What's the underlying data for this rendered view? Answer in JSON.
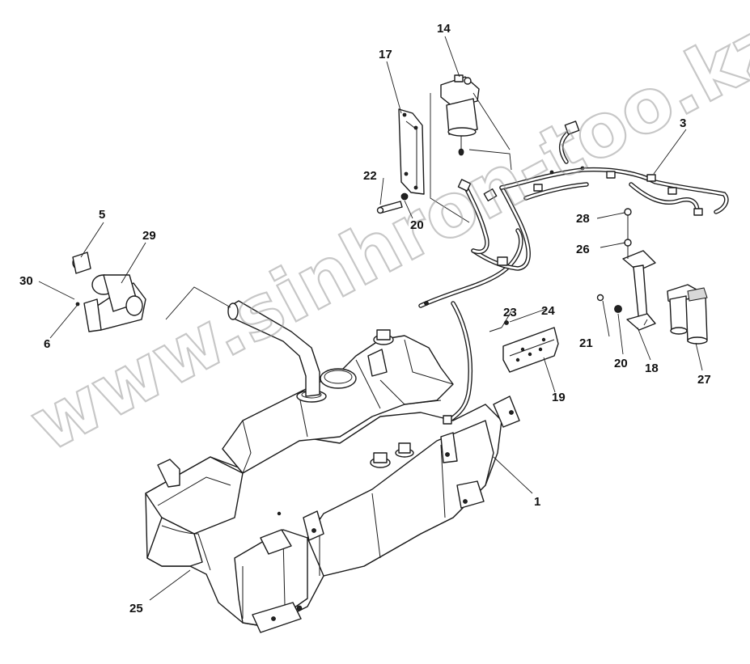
{
  "corner_mark": "",
  "watermark": "www.sinhron-too.kz",
  "callouts": [
    {
      "id": "c1",
      "label": "1"
    },
    {
      "id": "c3",
      "label": "3"
    },
    {
      "id": "c5",
      "label": "5"
    },
    {
      "id": "c6",
      "label": "6"
    },
    {
      "id": "c14",
      "label": "14"
    },
    {
      "id": "c17",
      "label": "17"
    },
    {
      "id": "c18",
      "label": "18"
    },
    {
      "id": "c19",
      "label": "19"
    },
    {
      "id": "c20a",
      "label": "20"
    },
    {
      "id": "c20b",
      "label": "20"
    },
    {
      "id": "c21",
      "label": "21"
    },
    {
      "id": "c22",
      "label": "22"
    },
    {
      "id": "c23",
      "label": "23"
    },
    {
      "id": "c24",
      "label": "24"
    },
    {
      "id": "c25",
      "label": "25"
    },
    {
      "id": "c26",
      "label": "26"
    },
    {
      "id": "c27",
      "label": "27"
    },
    {
      "id": "c28",
      "label": "28"
    },
    {
      "id": "c29",
      "label": "29"
    },
    {
      "id": "c30",
      "label": "30"
    }
  ]
}
